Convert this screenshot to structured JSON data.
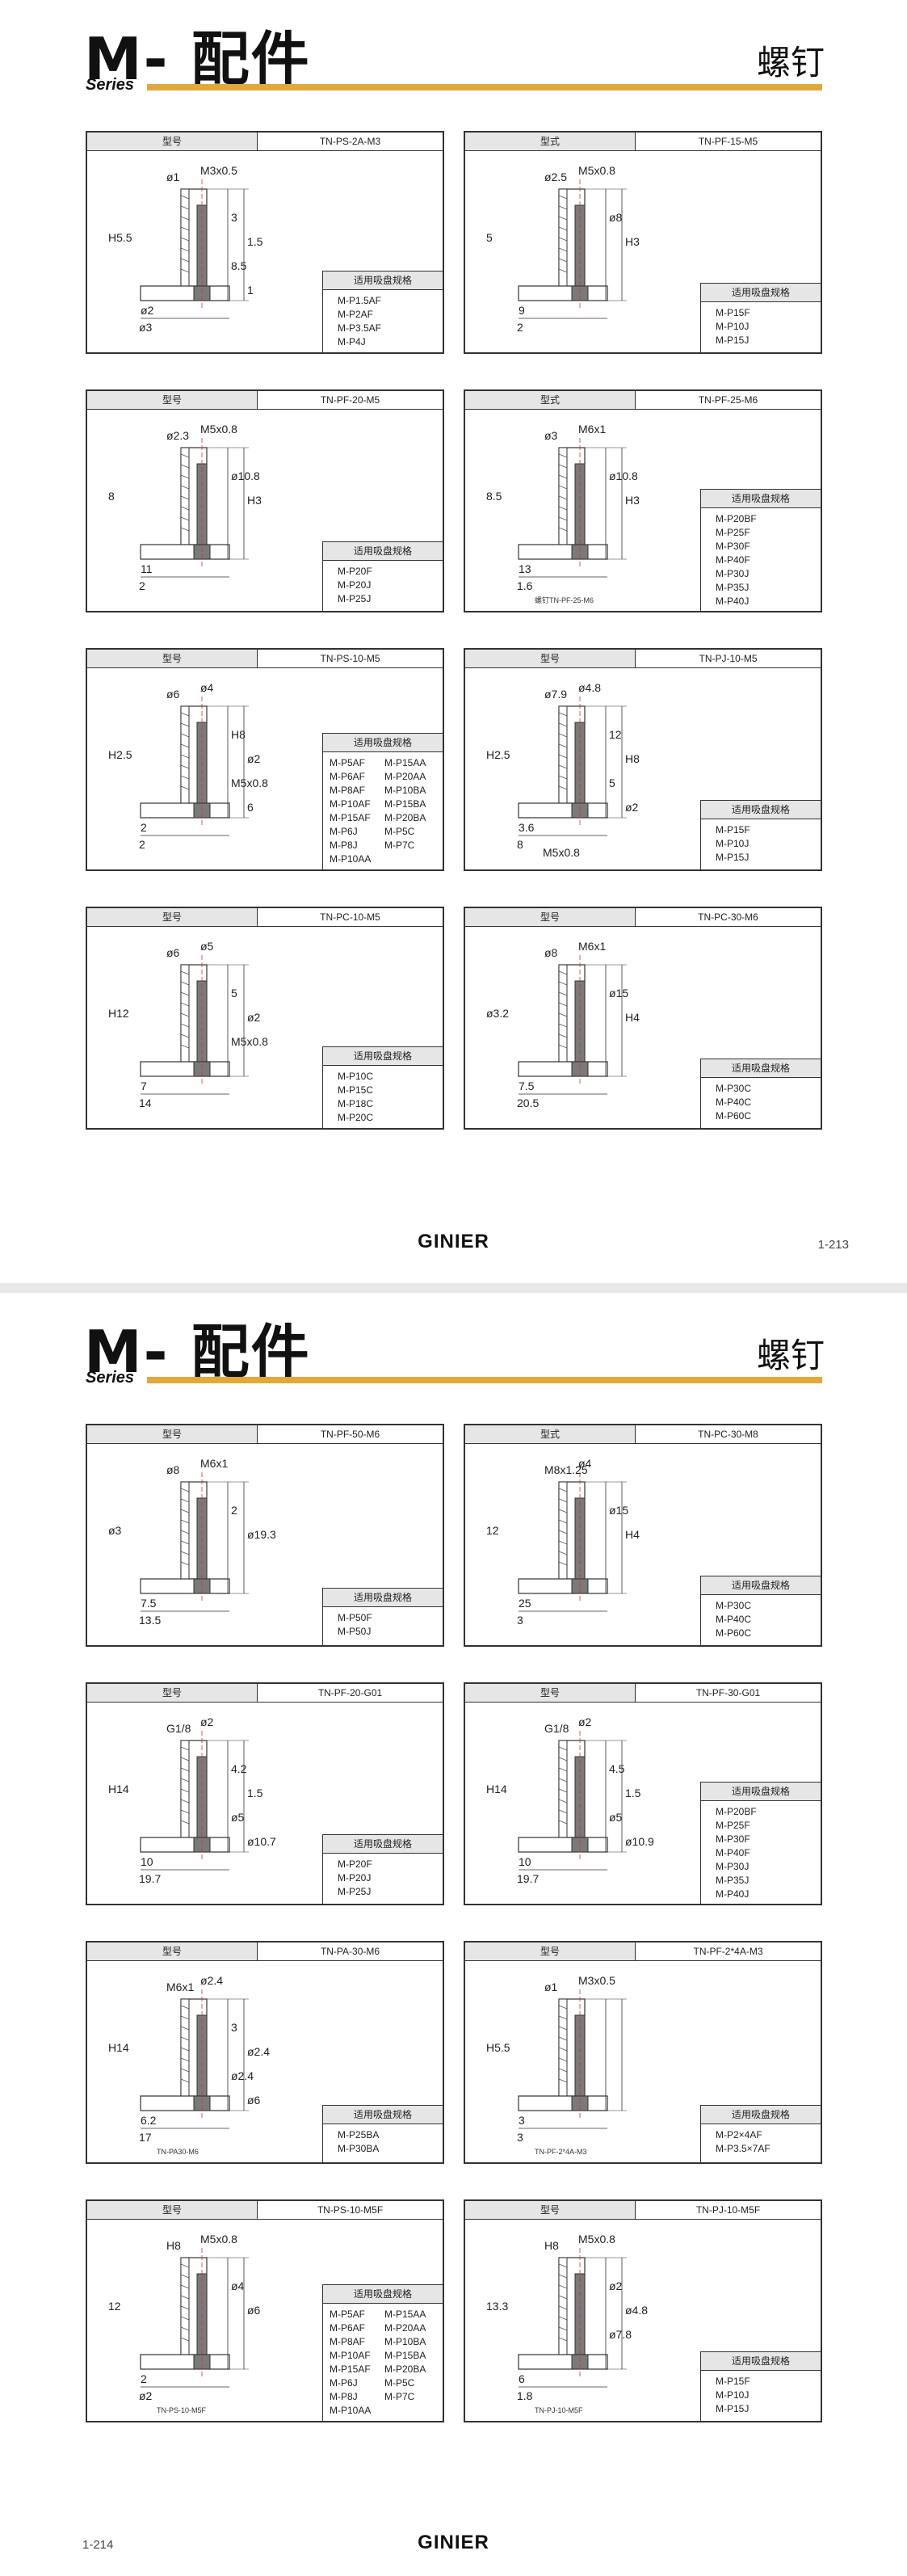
{
  "header": {
    "title": "M- 配件",
    "series": "Series",
    "right_title": "螺钉"
  },
  "labels": {
    "model_type": "型号",
    "model_style": "型式",
    "spec_title": "适用吸盘规格"
  },
  "brand": "GINIER",
  "page1": {
    "page_number": "1-213",
    "cards": [
      {
        "label": "型号",
        "model": "TN-PS-2A-M3",
        "specs": [
          "M-P1.5AF",
          "M-P2AF",
          "M-P3.5AF",
          "M-P4J"
        ],
        "dims": [
          "ø1",
          "M3x0.5",
          "H5.5",
          "ø2",
          "ø3",
          "3",
          "1.5",
          "8.5",
          "1"
        ]
      },
      {
        "label": "型式",
        "model": "TN-PF-15-M5",
        "specs": [
          "M-P15F",
          "M-P10J",
          "M-P15J"
        ],
        "dims": [
          "ø2.5",
          "M5x0.8",
          "5",
          "9",
          "2",
          "ø8",
          "H3"
        ]
      },
      {
        "label": "型号",
        "model": "TN-PF-20-M5",
        "specs": [
          "M-P20F",
          "M-P20J",
          "M-P25J"
        ],
        "dims": [
          "ø2.3",
          "M5x0.8",
          "8",
          "11",
          "2",
          "ø10.8",
          "H3"
        ]
      },
      {
        "label": "型式",
        "model": "TN-PF-25-M6",
        "specs": [
          "M-P20BF",
          "M-P25F",
          "M-P30F",
          "M-P40F",
          "M-P30J",
          "M-P35J",
          "M-P40J"
        ],
        "dims": [
          "ø3",
          "M6x1",
          "8.5",
          "13",
          "1.6",
          "ø10.8",
          "H3"
        ],
        "caption": "螺钉TN-PF-25-M6"
      },
      {
        "label": "型号",
        "model": "TN-PS-10-M5",
        "specs": [
          "M-P5AF",
          "M-P15AA",
          "M-P6AF",
          "M-P20AA",
          "M-P8AF",
          "M-P10BA",
          "M-P10AF",
          "M-P15BA",
          "M-P15AF",
          "M-P20BA",
          "M-P6J",
          "M-P5C",
          "M-P8J",
          "M-P7C",
          "M-P10AA"
        ],
        "dims": [
          "ø6",
          "ø4",
          "H2.5",
          "2",
          "2",
          "H8",
          "ø2",
          "M5x0.8",
          "6"
        ]
      },
      {
        "label": "型号",
        "model": "TN-PJ-10-M5",
        "specs": [
          "M-P15F",
          "M-P10J",
          "M-P15J"
        ],
        "dims": [
          "ø7.9",
          "ø4.8",
          "H2.5",
          "3.6",
          "8",
          "12",
          "H8",
          "5",
          "ø2",
          "M5x0.8"
        ]
      },
      {
        "label": "型号",
        "model": "TN-PC-10-M5",
        "specs": [
          "M-P10C",
          "M-P15C",
          "M-P18C",
          "M-P20C"
        ],
        "dims": [
          "ø6",
          "ø5",
          "H12",
          "7",
          "14",
          "5",
          "ø2",
          "M5x0.8"
        ]
      },
      {
        "label": "型号",
        "model": "TN-PC-30-M6",
        "specs": [
          "M-P30C",
          "M-P40C",
          "M-P60C"
        ],
        "dims": [
          "ø8",
          "M6x1",
          "ø3.2",
          "7.5",
          "20.5",
          "ø15",
          "H4"
        ]
      }
    ]
  },
  "page2": {
    "page_number": "1-214",
    "cards": [
      {
        "label": "型号",
        "model": "TN-PF-50-M6",
        "specs": [
          "M-P50F",
          "M-P50J"
        ],
        "dims": [
          "ø8",
          "M6x1",
          "ø3",
          "7.5",
          "13.5",
          "2",
          "ø19.3"
        ]
      },
      {
        "label": "型式",
        "model": "TN-PC-30-M8",
        "specs": [
          "M-P30C",
          "M-P40C",
          "M-P60C"
        ],
        "dims": [
          "M8x1.25",
          "ø4",
          "12",
          "25",
          "3",
          "ø15",
          "H4"
        ]
      },
      {
        "label": "型号",
        "model": "TN-PF-20-G01",
        "specs": [
          "M-P20F",
          "M-P20J",
          "M-P25J"
        ],
        "dims": [
          "G1/8",
          "ø2",
          "H14",
          "10",
          "19.7",
          "4.2",
          "1.5",
          "ø5",
          "ø10.7"
        ]
      },
      {
        "label": "型号",
        "model": "TN-PF-30-G01",
        "specs": [
          "M-P20BF",
          "M-P25F",
          "M-P30F",
          "M-P40F",
          "M-P30J",
          "M-P35J",
          "M-P40J"
        ],
        "dims": [
          "G1/8",
          "ø2",
          "H14",
          "10",
          "19.7",
          "4.5",
          "1.5",
          "ø5",
          "ø10.9"
        ]
      },
      {
        "label": "型号",
        "model": "TN-PA-30-M6",
        "specs": [
          "M-P25BA",
          "M-P30BA"
        ],
        "dims": [
          "M6x1",
          "ø2.4",
          "H14",
          "6.2",
          "17",
          "3",
          "ø2.4",
          "ø2.4",
          "ø6"
        ],
        "caption": "TN-PA30-M6"
      },
      {
        "label": "型号",
        "model": "TN-PF-2*4A-M3",
        "specs": [
          "M-P2×4AF",
          "M-P3.5×7AF"
        ],
        "dims": [
          "ø1",
          "M3x0.5",
          "H5.5",
          "3",
          "3"
        ],
        "caption": "TN-PF-2*4A-M3"
      },
      {
        "label": "型号",
        "model": "TN-PS-10-M5F",
        "specs": [
          "M-P5AF",
          "M-P15AA",
          "M-P6AF",
          "M-P20AA",
          "M-P8AF",
          "M-P10BA",
          "M-P10AF",
          "M-P15BA",
          "M-P15AF",
          "M-P20BA",
          "M-P6J",
          "M-P5C",
          "M-P8J",
          "M-P7C",
          "M-P10AA"
        ],
        "dims": [
          "H8",
          "M5x0.8",
          "12",
          "2",
          "ø2",
          "ø4",
          "ø6"
        ],
        "caption": "TN-PS-10-M5F"
      },
      {
        "label": "型号",
        "model": "TN-PJ-10-M5F",
        "specs": [
          "M-P15F",
          "M-P10J",
          "M-P15J"
        ],
        "dims": [
          "H8",
          "M5x0.8",
          "13.3",
          "6",
          "1.8",
          "ø2",
          "ø4.8",
          "ø7.8"
        ],
        "caption": "TN-PJ-10-M5F"
      }
    ]
  }
}
